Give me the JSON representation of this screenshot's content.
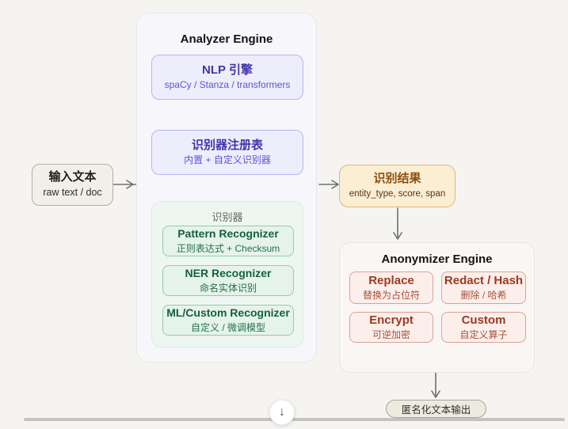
{
  "input_node": {
    "title": "输入文本",
    "subtitle": "raw text / doc"
  },
  "analyzer": {
    "title": "Analyzer Engine",
    "nlp": {
      "title": "NLP 引擎",
      "subtitle": "spaCy / Stanza / transformers"
    },
    "registry": {
      "title": "识别器注册表",
      "subtitle": "内置 + 自定义识别器"
    },
    "recognizers": {
      "label": "识别器",
      "items": [
        {
          "title": "Pattern Recognizer",
          "subtitle": "正则表达式 + Checksum"
        },
        {
          "title": "NER Recognizer",
          "subtitle": "命名实体识别"
        },
        {
          "title": "ML/Custom Recognizer",
          "subtitle": "自定义 / 微调模型"
        }
      ]
    }
  },
  "result_node": {
    "title": "识别结果",
    "subtitle": "entity_type, score, span"
  },
  "anonymizer": {
    "title": "Anonymizer Engine",
    "items": [
      {
        "title": "Replace",
        "subtitle": "替换为占位符"
      },
      {
        "title": "Redact / Hash",
        "subtitle": "删除 / 哈希"
      },
      {
        "title": "Encrypt",
        "subtitle": "可逆加密"
      },
      {
        "title": "Custom",
        "subtitle": "自定义算子"
      }
    ]
  },
  "output_node": {
    "title": "匿名化文本输出"
  },
  "scroll_button": {
    "icon": "↓"
  },
  "colors": {
    "page_bg": "#f5f4f1",
    "purple_text": "#3f36a8",
    "green_text": "#15603c",
    "amber_text": "#8a4f0e",
    "red_text": "#9c3a20",
    "arrow": "#707070",
    "scrollbar": "#c5c3c0"
  }
}
